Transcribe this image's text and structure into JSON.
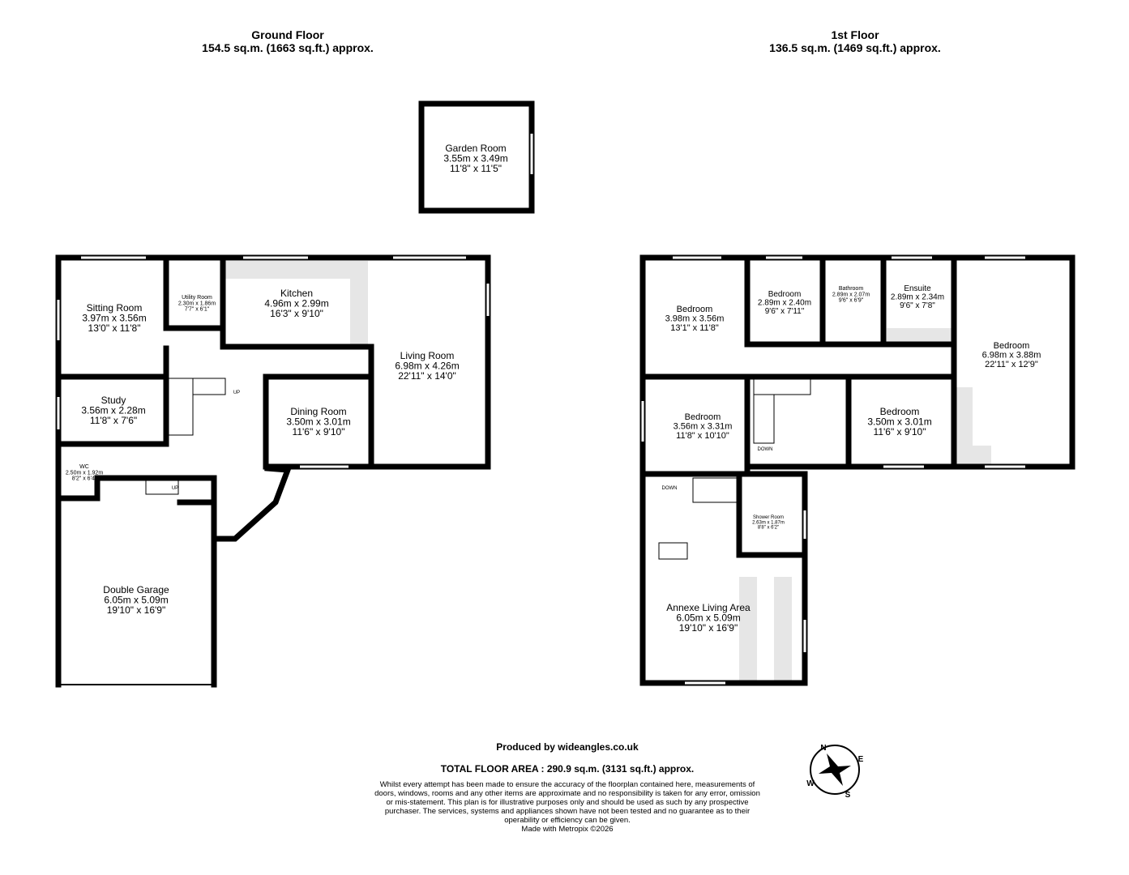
{
  "ground_floor": {
    "title": "Ground Floor",
    "area": "154.5 sq.m. (1663 sq.ft.) approx.",
    "rooms": [
      {
        "name": "Garden Room",
        "metric": "3.55m  x 3.49m",
        "imperial": "11'8\"  x 11'5\""
      },
      {
        "name": "Sitting Room",
        "metric": "3.97m  x 3.56m",
        "imperial": "13'0\"  x 11'8\""
      },
      {
        "name": "Utility Room",
        "metric": "2.30m  x 1.86m",
        "imperial": "7'7\"  x 6'1\""
      },
      {
        "name": "Kitchen",
        "metric": "4.96m  x 2.99m",
        "imperial": "16'3\"  x 9'10\""
      },
      {
        "name": "Living Room",
        "metric": "6.98m  x 4.26m",
        "imperial": "22'11\"  x 14'0\""
      },
      {
        "name": "Study",
        "metric": "3.56m  x 2.28m",
        "imperial": "11'8\"  x 7'6\""
      },
      {
        "name": "Dining Room",
        "metric": "3.50m  x 3.01m",
        "imperial": "11'6\"  x 9'10\""
      },
      {
        "name": "WC",
        "metric": "2.50m  x 1.92m",
        "imperial": "8'2\"  x 6'4\""
      },
      {
        "name": "Double Garage",
        "metric": "6.05m  x 5.09m",
        "imperial": "19'10\"  x 16'9\""
      }
    ],
    "stair_labels": [
      "UP",
      "UP"
    ]
  },
  "first_floor": {
    "title": "1st Floor",
    "area": "136.5 sq.m. (1469 sq.ft.) approx.",
    "rooms": [
      {
        "name": "Bedroom",
        "metric": "3.98m  x 3.56m",
        "imperial": "13'1\"  x 11'8\""
      },
      {
        "name": "Bedroom",
        "metric": "2.89m  x 2.40m",
        "imperial": "9'6\"  x 7'11\""
      },
      {
        "name": "Bathroom",
        "metric": "2.89m  x 2.07m",
        "imperial": "9'6\"  x 6'9\""
      },
      {
        "name": "Ensuite",
        "metric": "2.89m  x 2.34m",
        "imperial": "9'6\"  x 7'8\""
      },
      {
        "name": "Bedroom",
        "metric": "6.98m  x 3.88m",
        "imperial": "22'11\"  x 12'9\""
      },
      {
        "name": "Bedroom",
        "metric": "3.56m  x 3.31m",
        "imperial": "11'8\"  x 10'10\""
      },
      {
        "name": "Bedroom",
        "metric": "3.50m  x 3.01m",
        "imperial": "11'6\"  x 9'10\""
      },
      {
        "name": "Shower Room",
        "metric": "2.63m  x 1.87m",
        "imperial": "8'8\"  x 6'2\""
      },
      {
        "name": "Annexe Living Area",
        "metric": "6.05m  x 5.09m",
        "imperial": "19'10\"  x 16'9\""
      }
    ],
    "stair_labels": [
      "DOWN",
      "DOWN"
    ]
  },
  "footer": {
    "produced_by": "Produced by wideangles.co.uk",
    "total": "TOTAL FLOOR AREA : 290.9 sq.m. (3131 sq.ft.) approx.",
    "disclaimer": "Whilst every attempt has been made to ensure the accuracy of the floorplan contained here, measurements of doors, windows, rooms and any other items are approximate and no responsibility is taken for any error, omission or mis-statement. This plan is for illustrative purposes only and should be used as such by any prospective purchaser. The services, systems and appliances shown have not been tested and no guarantee as to their operability or efficiency can be given.",
    "made_with": "Made with Metropix ©2026"
  },
  "compass": {
    "n": "N",
    "e": "E",
    "s": "S",
    "w": "W"
  }
}
